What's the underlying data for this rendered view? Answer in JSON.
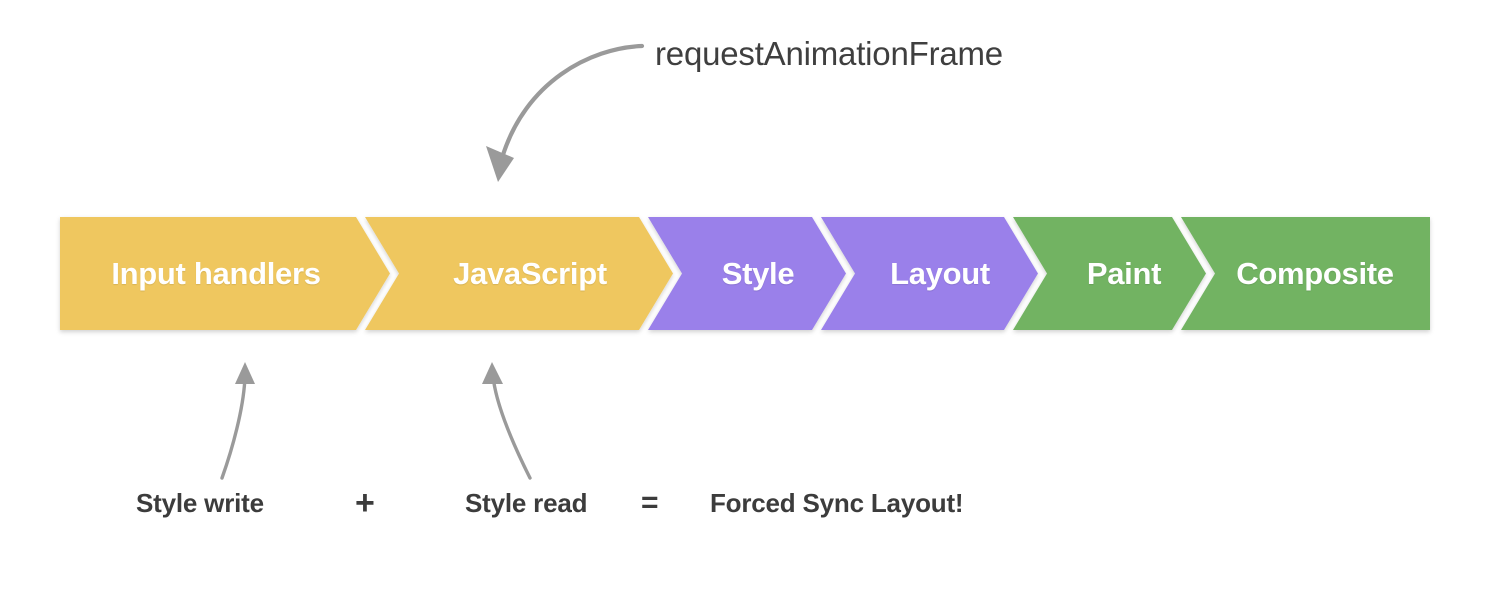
{
  "diagram": {
    "title_annotation": "requestAnimationFrame",
    "pipeline": {
      "stages": [
        {
          "label": "Input handlers",
          "color": "#EFC75E",
          "group": "yellow"
        },
        {
          "label": "JavaScript",
          "color": "#EFC75E",
          "group": "yellow"
        },
        {
          "label": "Style",
          "color": "#9A80EA",
          "group": "purple"
        },
        {
          "label": "Layout",
          "color": "#9A80EA",
          "group": "purple"
        },
        {
          "label": "Paint",
          "color": "#72B362",
          "group": "green"
        },
        {
          "label": "Composite",
          "color": "#72B362",
          "group": "green"
        }
      ]
    },
    "equation": {
      "term_one": "Style write",
      "operator_plus": "+",
      "term_two": "Style read",
      "operator_equals": "=",
      "result": "Forced Sync Layout!"
    },
    "colors": {
      "yellow": "#EFC75E",
      "purple": "#9A80EA",
      "green": "#72B362",
      "arrow_gray": "#9A9A9A",
      "text_dark": "#3c3c3c",
      "background": "#ffffff"
    }
  }
}
